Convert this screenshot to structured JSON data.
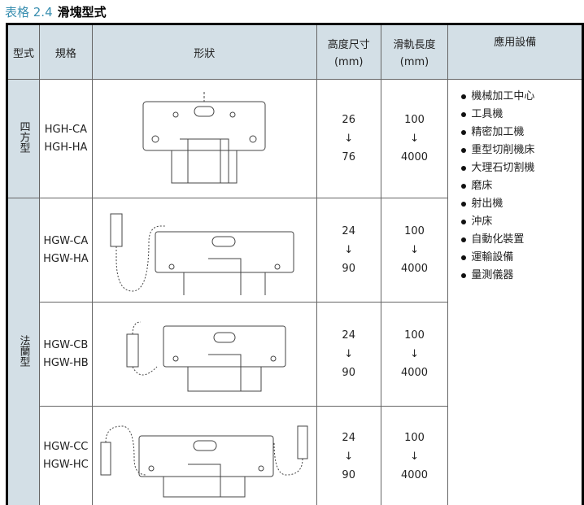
{
  "title": {
    "label": "表格 2.4",
    "name": "滑塊型式"
  },
  "headers": {
    "type": "型式",
    "spec": "規格",
    "shape": "形狀",
    "height": "高度尺寸",
    "height_unit": "(mm)",
    "rail": "滑軌長度",
    "rail_unit": "(mm)",
    "app": "應用設備"
  },
  "groups": [
    {
      "type": "四方型"
    },
    {
      "type": "法蘭型"
    }
  ],
  "rows": [
    {
      "models": [
        "HGH-CA",
        "HGH-HA"
      ],
      "height": [
        "26",
        "↓",
        "76"
      ],
      "rail": [
        "100",
        "↓",
        "4000"
      ]
    },
    {
      "models": [
        "HGW-CA",
        "HGW-HA"
      ],
      "height": [
        "24",
        "↓",
        "90"
      ],
      "rail": [
        "100",
        "↓",
        "4000"
      ]
    },
    {
      "models": [
        "HGW-CB",
        "HGW-HB"
      ],
      "height": [
        "24",
        "↓",
        "90"
      ],
      "rail": [
        "100",
        "↓",
        "4000"
      ]
    },
    {
      "models": [
        "HGW-CC",
        "HGW-HC"
      ],
      "height": [
        "24",
        "↓",
        "90"
      ],
      "rail": [
        "100",
        "↓",
        "4000"
      ]
    }
  ],
  "applications": [
    "機械加工中心",
    "工具機",
    "精密加工機",
    "重型切削機床",
    "大理石切割機",
    "磨床",
    "射出機",
    "沖床",
    "自動化裝置",
    "運輸設備",
    "量測儀器"
  ]
}
